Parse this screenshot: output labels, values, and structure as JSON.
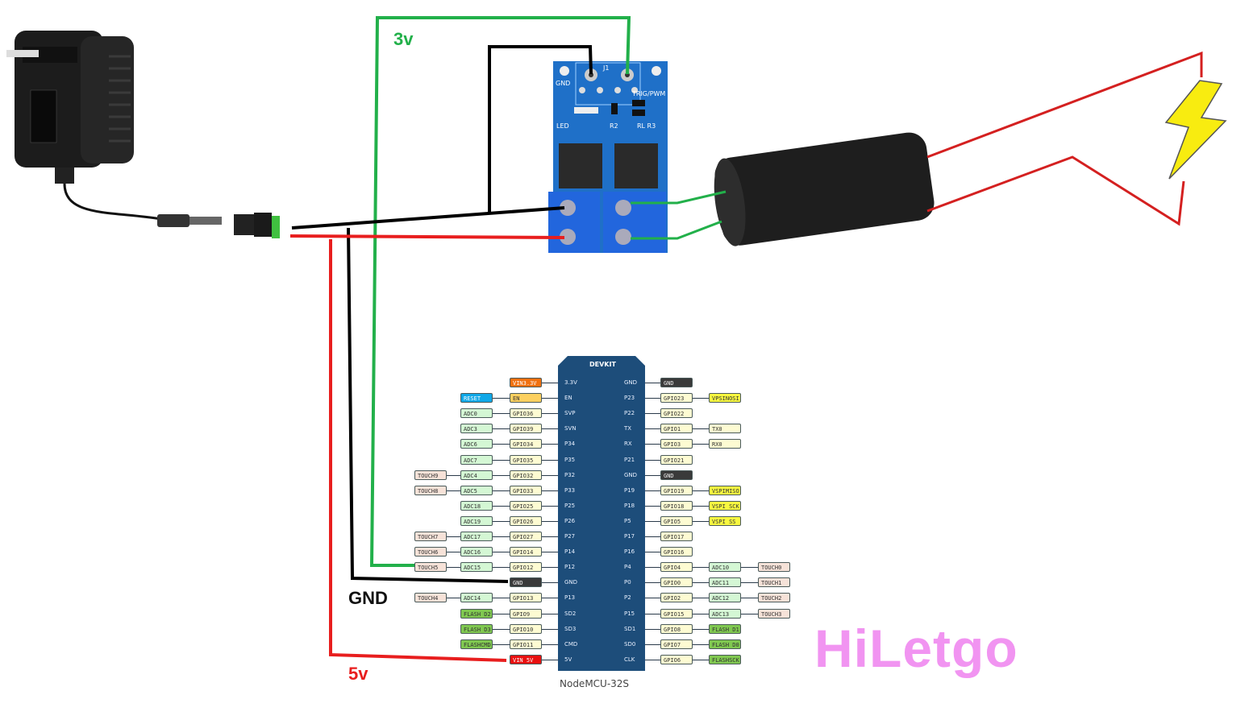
{
  "labels": {
    "v3": "3v",
    "gnd": "GND",
    "v5": "5v"
  },
  "wire_colors": {
    "v3": "#22b04a",
    "gnd": "#000000",
    "v5": "#e81e1e",
    "hv": "#d42020",
    "load": "#22b04a"
  },
  "module": {
    "gnd": "GND",
    "j1": "J1",
    "trig": "TRIG/PWM",
    "led": "LED",
    "r2": "R2",
    "r1": "RL R3"
  },
  "board": {
    "title": "DEVKIT",
    "name": "NodeMCU-32S",
    "watermark": "HiLetgo",
    "color": "#1d4d7a"
  },
  "pins": {
    "left": [
      {
        "pin": "3.3V",
        "labels": [
          [
            "VIN3.3V",
            "power"
          ]
        ]
      },
      {
        "pin": "EN",
        "labels": [
          [
            "EN",
            "en"
          ],
          [
            "RESET",
            "reset"
          ]
        ]
      },
      {
        "pin": "SVP",
        "labels": [
          [
            "GPIO36",
            "gpio"
          ],
          [
            "ADC0",
            "adc"
          ]
        ]
      },
      {
        "pin": "SVN",
        "labels": [
          [
            "GPIO39",
            "gpio"
          ],
          [
            "ADC3",
            "adc"
          ]
        ]
      },
      {
        "pin": "P34",
        "labels": [
          [
            "GPIO34",
            "gpio"
          ],
          [
            "ADC6",
            "adc"
          ]
        ]
      },
      {
        "pin": "P35",
        "labels": [
          [
            "GPIO35",
            "gpio"
          ],
          [
            "ADC7",
            "adc"
          ]
        ]
      },
      {
        "pin": "P32",
        "labels": [
          [
            "GPIO32",
            "gpio"
          ],
          [
            "ADC4",
            "adc"
          ],
          [
            "TOUCH9",
            "touch"
          ]
        ]
      },
      {
        "pin": "P33",
        "labels": [
          [
            "GPIO33",
            "gpio"
          ],
          [
            "ADC5",
            "adc"
          ],
          [
            "TOUCH8",
            "touch"
          ]
        ]
      },
      {
        "pin": "P25",
        "labels": [
          [
            "GPIO25",
            "gpio"
          ],
          [
            "ADC18",
            "adc"
          ]
        ]
      },
      {
        "pin": "P26",
        "labels": [
          [
            "GPIO26",
            "gpio"
          ],
          [
            "ADC19",
            "adc"
          ]
        ]
      },
      {
        "pin": "P27",
        "labels": [
          [
            "GPIO27",
            "gpio"
          ],
          [
            "ADC17",
            "adc"
          ],
          [
            "TOUCH7",
            "touch"
          ]
        ]
      },
      {
        "pin": "P14",
        "labels": [
          [
            "GPIO14",
            "gpio"
          ],
          [
            "ADC16",
            "adc"
          ],
          [
            "TOUCH6",
            "touch"
          ]
        ]
      },
      {
        "pin": "P12",
        "labels": [
          [
            "GPIO12",
            "gpio"
          ],
          [
            "ADC15",
            "adc"
          ],
          [
            "TOUCH5",
            "touch"
          ]
        ]
      },
      {
        "pin": "GND",
        "labels": [
          [
            "GND",
            "gnd"
          ]
        ]
      },
      {
        "pin": "P13",
        "labels": [
          [
            "GPIO13",
            "gpio"
          ],
          [
            "ADC14",
            "adc"
          ],
          [
            "TOUCH4",
            "touch"
          ]
        ]
      },
      {
        "pin": "SD2",
        "labels": [
          [
            "GPIO9",
            "gpio"
          ],
          [
            "FLASH D2",
            "flash"
          ]
        ]
      },
      {
        "pin": "SD3",
        "labels": [
          [
            "GPIO10",
            "gpio"
          ],
          [
            "FLASH D3",
            "flash"
          ]
        ]
      },
      {
        "pin": "CMD",
        "labels": [
          [
            "GPIO11",
            "gpio"
          ],
          [
            "FLASHCMD",
            "flash"
          ]
        ]
      },
      {
        "pin": "5V",
        "labels": [
          [
            "VIN 5V",
            "vin"
          ]
        ]
      }
    ],
    "right": [
      {
        "pin": "GND",
        "labels": [
          [
            "GND",
            "gnd"
          ]
        ]
      },
      {
        "pin": "P23",
        "labels": [
          [
            "GPIO23",
            "gpio"
          ],
          [
            "VPSINOSI",
            "spi"
          ]
        ]
      },
      {
        "pin": "P22",
        "labels": [
          [
            "GPIO22",
            "gpio"
          ]
        ]
      },
      {
        "pin": "TX",
        "labels": [
          [
            "GPIO1",
            "gpio"
          ],
          [
            "TX0",
            "gpio"
          ]
        ]
      },
      {
        "pin": "RX",
        "labels": [
          [
            "GPIO3",
            "gpio"
          ],
          [
            "RX0",
            "gpio"
          ]
        ]
      },
      {
        "pin": "P21",
        "labels": [
          [
            "GPIO21",
            "gpio"
          ]
        ]
      },
      {
        "pin": "GND",
        "labels": [
          [
            "GND",
            "gnd"
          ]
        ]
      },
      {
        "pin": "P19",
        "labels": [
          [
            "GPIO19",
            "gpio"
          ],
          [
            "VSPIMISO",
            "spi"
          ]
        ]
      },
      {
        "pin": "P18",
        "labels": [
          [
            "GPIO18",
            "gpio"
          ],
          [
            "VSPI SCK",
            "spi"
          ]
        ]
      },
      {
        "pin": "P5",
        "labels": [
          [
            "GPIO5",
            "gpio"
          ],
          [
            "VSPI SS",
            "spi"
          ]
        ]
      },
      {
        "pin": "P17",
        "labels": [
          [
            "GPIO17",
            "gpio"
          ]
        ]
      },
      {
        "pin": "P16",
        "labels": [
          [
            "GPIO16",
            "gpio"
          ]
        ]
      },
      {
        "pin": "P4",
        "labels": [
          [
            "GPIO4",
            "gpio"
          ],
          [
            "ADC10",
            "adc"
          ],
          [
            "TOUCH0",
            "touch"
          ]
        ]
      },
      {
        "pin": "P0",
        "labels": [
          [
            "GPIO0",
            "gpio"
          ],
          [
            "ADC11",
            "adc"
          ],
          [
            "TOUCH1",
            "touch"
          ]
        ]
      },
      {
        "pin": "P2",
        "labels": [
          [
            "GPIO2",
            "gpio"
          ],
          [
            "ADC12",
            "adc"
          ],
          [
            "TOUCH2",
            "touch"
          ]
        ]
      },
      {
        "pin": "P15",
        "labels": [
          [
            "GPIO15",
            "gpio"
          ],
          [
            "ADC13",
            "adc"
          ],
          [
            "TOUCH3",
            "touch"
          ]
        ]
      },
      {
        "pin": "SD1",
        "labels": [
          [
            "GPIO8",
            "gpio"
          ],
          [
            "FLASH D1",
            "flash"
          ]
        ]
      },
      {
        "pin": "SD0",
        "labels": [
          [
            "GPIO7",
            "gpio"
          ],
          [
            "FLASH D0",
            "flash"
          ]
        ]
      },
      {
        "pin": "CLK",
        "labels": [
          [
            "GPIO6",
            "gpio"
          ],
          [
            "FLASHSCK",
            "flash"
          ]
        ]
      }
    ]
  }
}
